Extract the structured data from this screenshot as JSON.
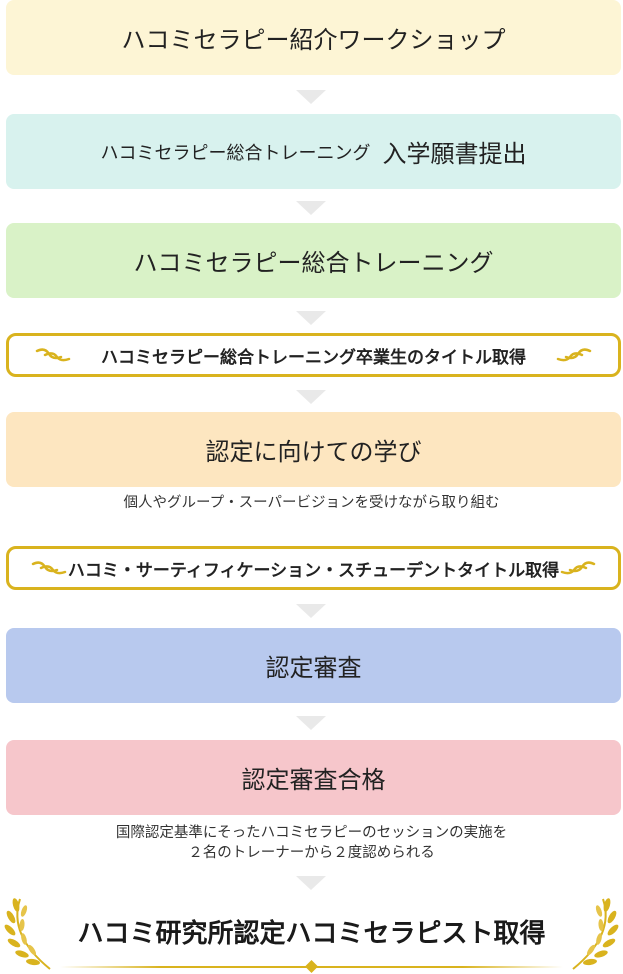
{
  "colors": {
    "workshop": "#fdf5d5",
    "application": "#d8f2ee",
    "training": "#d9f2c7",
    "learning": "#fde6c0",
    "review": "#b8c9ee",
    "pass": "#f6c6cb",
    "gold": "#d9b31e",
    "arrow": "#e9e9e9"
  },
  "steps": {
    "workshop": "ハコミセラピー紹介ワークショップ",
    "application_small": "ハコミセラピー総合トレーニング",
    "application_large": "入学願書提出",
    "training": "ハコミセラピー総合トレーニング",
    "graduate_title": "ハコミセラピー総合トレーニング卒業生のタイトル取得",
    "learning": "認定に向けての学び",
    "learning_note": "個人やグループ・スーパービジョンを受けながら取り組む",
    "student_title": "ハコミ・サーティフィケーション・スチューデントタイトル取得",
    "review": "認定審査",
    "pass": "認定審査合格",
    "pass_note_line1": "国際認定基準にそったハコミセラピーのセッションの実施を",
    "pass_note_line2": "２名のトレーナーから２度認められる",
    "final": "ハコミ研究所認定ハコミセラピスト取得"
  },
  "icons": {
    "arrow": "down-triangle-icon",
    "title_deco": "gold-swoosh-icon",
    "final_deco": "laurel-wreath-icon"
  }
}
